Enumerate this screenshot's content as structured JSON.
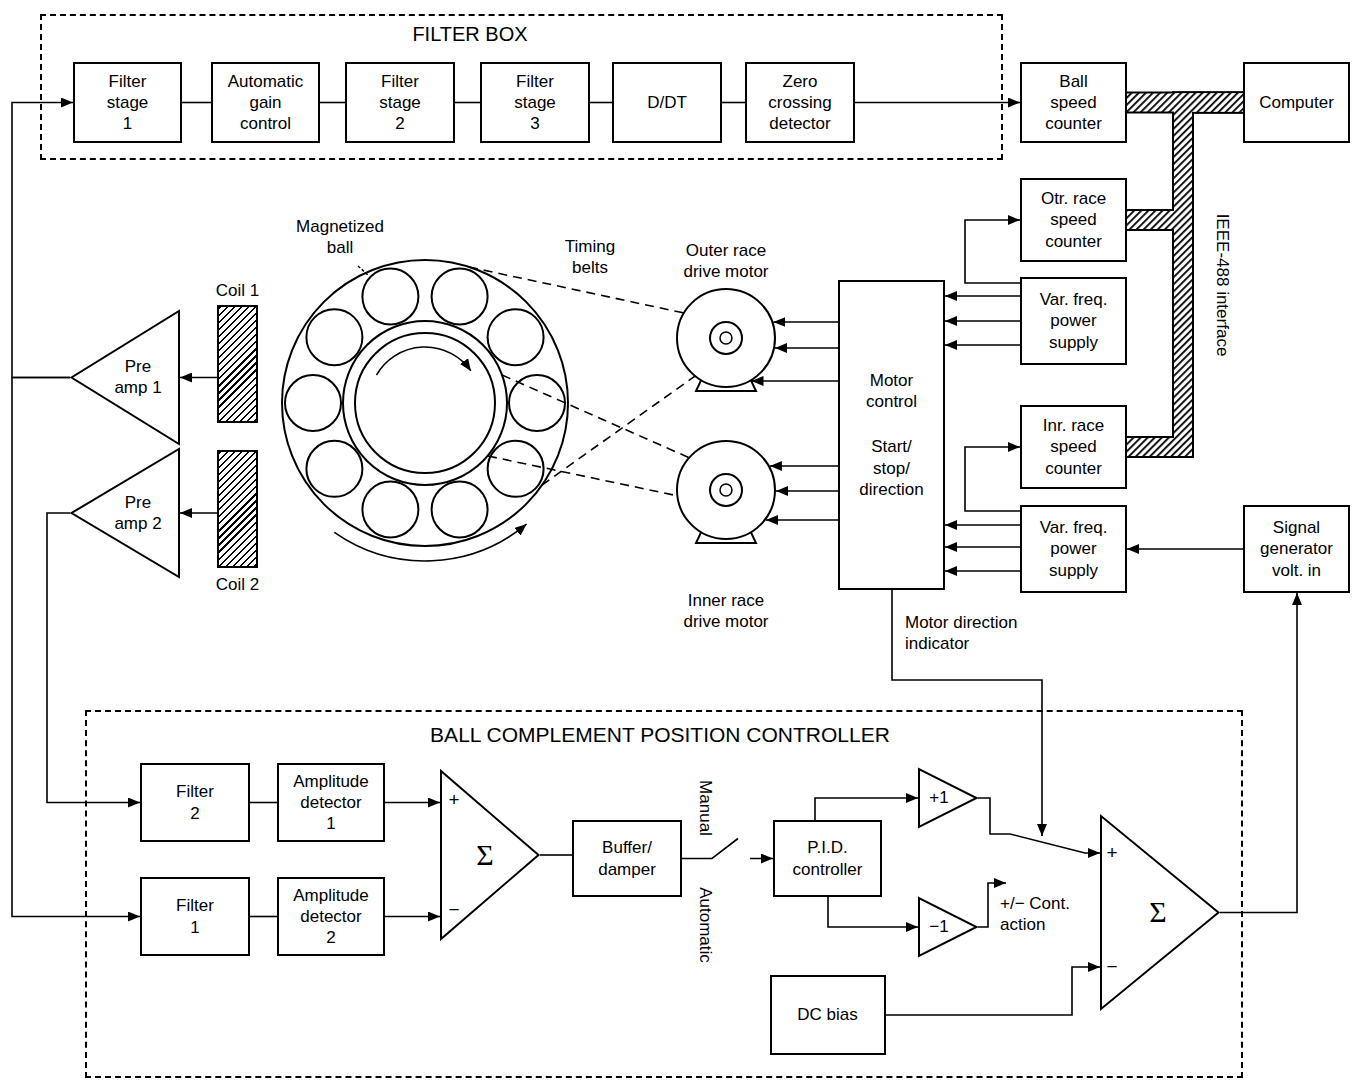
{
  "diagram": {
    "nodes": [
      {
        "text": [
          "FILTER BOX"
        ]
      },
      {
        "text": [
          "Filter stage 1"
        ],
        "in": 0
      },
      {
        "text": [
          "Automatic gain control"
        ],
        "in": 0
      },
      {
        "text": [
          "Filter stage 2"
        ],
        "in": 0
      },
      {
        "text": [
          "Filter stage 3"
        ],
        "in": 0
      },
      {
        "text": [
          "D/DT"
        ],
        "in": 0
      },
      {
        "text": [
          "Zero crossing detector"
        ],
        "in": 0
      },
      {
        "text": [
          "Ball speed counter"
        ]
      },
      {
        "text": [
          "Computer"
        ]
      },
      {
        "text": [
          "Coil 1"
        ]
      },
      {
        "text": [
          "Pre amp 1"
        ]
      },
      {
        "text": [
          "Otr. race speed counter"
        ]
      },
      {
        "text": [
          "Outer race drive motor"
        ]
      },
      {
        "text": [
          "Motor control",
          "Start/ stop/ direction"
        ]
      },
      {
        "text": [
          "Var. freq. power supply"
        ]
      },
      {
        "text": [
          "Inr. race speed counter"
        ]
      },
      {
        "text": [
          "Coil 2"
        ]
      },
      {
        "text": [
          "Pre amp 2"
        ]
      },
      {
        "text": [
          "Inner race drive motor"
        ]
      },
      {
        "text": [
          "Var. freq. power supply"
        ]
      },
      {
        "text": [
          "Signal generator volt. in"
        ]
      },
      {
        "text": [
          "BALL COMPLEMENT POSITION CONTROLLER"
        ]
      },
      {
        "text": [
          "Filter 2"
        ],
        "in": 21
      },
      {
        "text": [
          "Amplitude detector 1"
        ],
        "in": 21
      },
      {
        "text": [
          "+",
          "−",
          "Σ"
        ],
        "in": 21
      },
      {
        "text": [
          "Buffer/ damper"
        ],
        "in": 21
      },
      {
        "text": [
          "P.I.D. controller"
        ],
        "in": 21
      },
      {
        "text": [
          "+1"
        ],
        "in": 21
      },
      {
        "text": [
          "+",
          "−",
          "Σ"
        ],
        "in": 21
      },
      {
        "text": [
          "Filter 1"
        ],
        "in": 21
      },
      {
        "text": [
          "Amplitude detector 2"
        ],
        "in": 21
      },
      {
        "text": [
          "−1"
        ],
        "in": 21
      },
      {
        "text": [
          "DC bias"
        ],
        "in": 21
      }
    ],
    "edges": [
      {
        "from": 1,
        "to": 2,
        "arrow": "none"
      },
      {
        "from": 2,
        "to": 3,
        "arrow": "none"
      },
      {
        "from": 3,
        "to": 4,
        "arrow": "none"
      },
      {
        "from": 4,
        "to": 5,
        "arrow": "none"
      },
      {
        "from": 5,
        "to": 6,
        "arrow": "none"
      },
      {
        "from": 6,
        "to": 7,
        "arrow": "to"
      },
      {
        "from": 7,
        "to": 8,
        "arrow": "none"
      },
      {
        "from": 11,
        "to": 8,
        "arrow": "none"
      },
      {
        "from": 15,
        "to": 8,
        "arrow": "none"
      },
      {
        "from": 14,
        "to": 11,
        "arrow": "to"
      },
      {
        "from": 14,
        "to": 13,
        "arrow": "to"
      },
      {
        "from": 14,
        "to": 13,
        "arrow": "to"
      },
      {
        "from": 14,
        "to": 13,
        "arrow": "to"
      },
      {
        "from": 13,
        "to": 12,
        "arrow": "to"
      },
      {
        "from": 13,
        "to": 12,
        "arrow": "to"
      },
      {
        "from": 13,
        "to": 12,
        "arrow": "to"
      },
      {
        "from": 13,
        "to": 18,
        "arrow": "to"
      },
      {
        "from": 13,
        "to": 18,
        "arrow": "to"
      },
      {
        "from": 13,
        "to": 18,
        "arrow": "to"
      },
      {
        "from": 19,
        "to": 13,
        "arrow": "to"
      },
      {
        "from": 19,
        "to": 13,
        "arrow": "to"
      },
      {
        "from": 19,
        "to": 13,
        "arrow": "to"
      },
      {
        "from": 19,
        "to": 15,
        "arrow": "to"
      },
      {
        "from": 20,
        "to": 19,
        "arrow": "to"
      },
      {
        "from": 9,
        "to": 10,
        "arrow": "to"
      },
      {
        "from": 16,
        "to": 17,
        "arrow": "to"
      },
      {
        "from": 10,
        "to": 1,
        "arrow": "to"
      },
      {
        "from": 10,
        "to": 29,
        "arrow": "to"
      },
      {
        "from": 17,
        "to": 22,
        "arrow": "to"
      },
      {
        "from": 22,
        "to": 23,
        "arrow": "none"
      },
      {
        "from": 29,
        "to": 30,
        "arrow": "none"
      },
      {
        "from": 23,
        "to": 24,
        "arrow": "to"
      },
      {
        "from": 30,
        "to": 24,
        "arrow": "to"
      },
      {
        "from": 24,
        "to": 25,
        "arrow": "none"
      },
      {
        "from": 25,
        "to": 26,
        "arrow": "to"
      },
      {
        "from": 26,
        "to": 27,
        "arrow": "to"
      },
      {
        "from": 26,
        "to": 31,
        "arrow": "to"
      },
      {
        "from": 27,
        "to": 28,
        "arrow": "to"
      },
      {
        "from": 32,
        "to": 28,
        "arrow": "to"
      },
      {
        "from": 28,
        "to": 20,
        "arrow": "to"
      }
    ],
    "labels": [
      "Magnetized ball",
      "Timing belts",
      "IEEE-488 interface",
      "Motor direction indicator",
      "Manual",
      "Automatic",
      "+/− Cont. action"
    ]
  }
}
